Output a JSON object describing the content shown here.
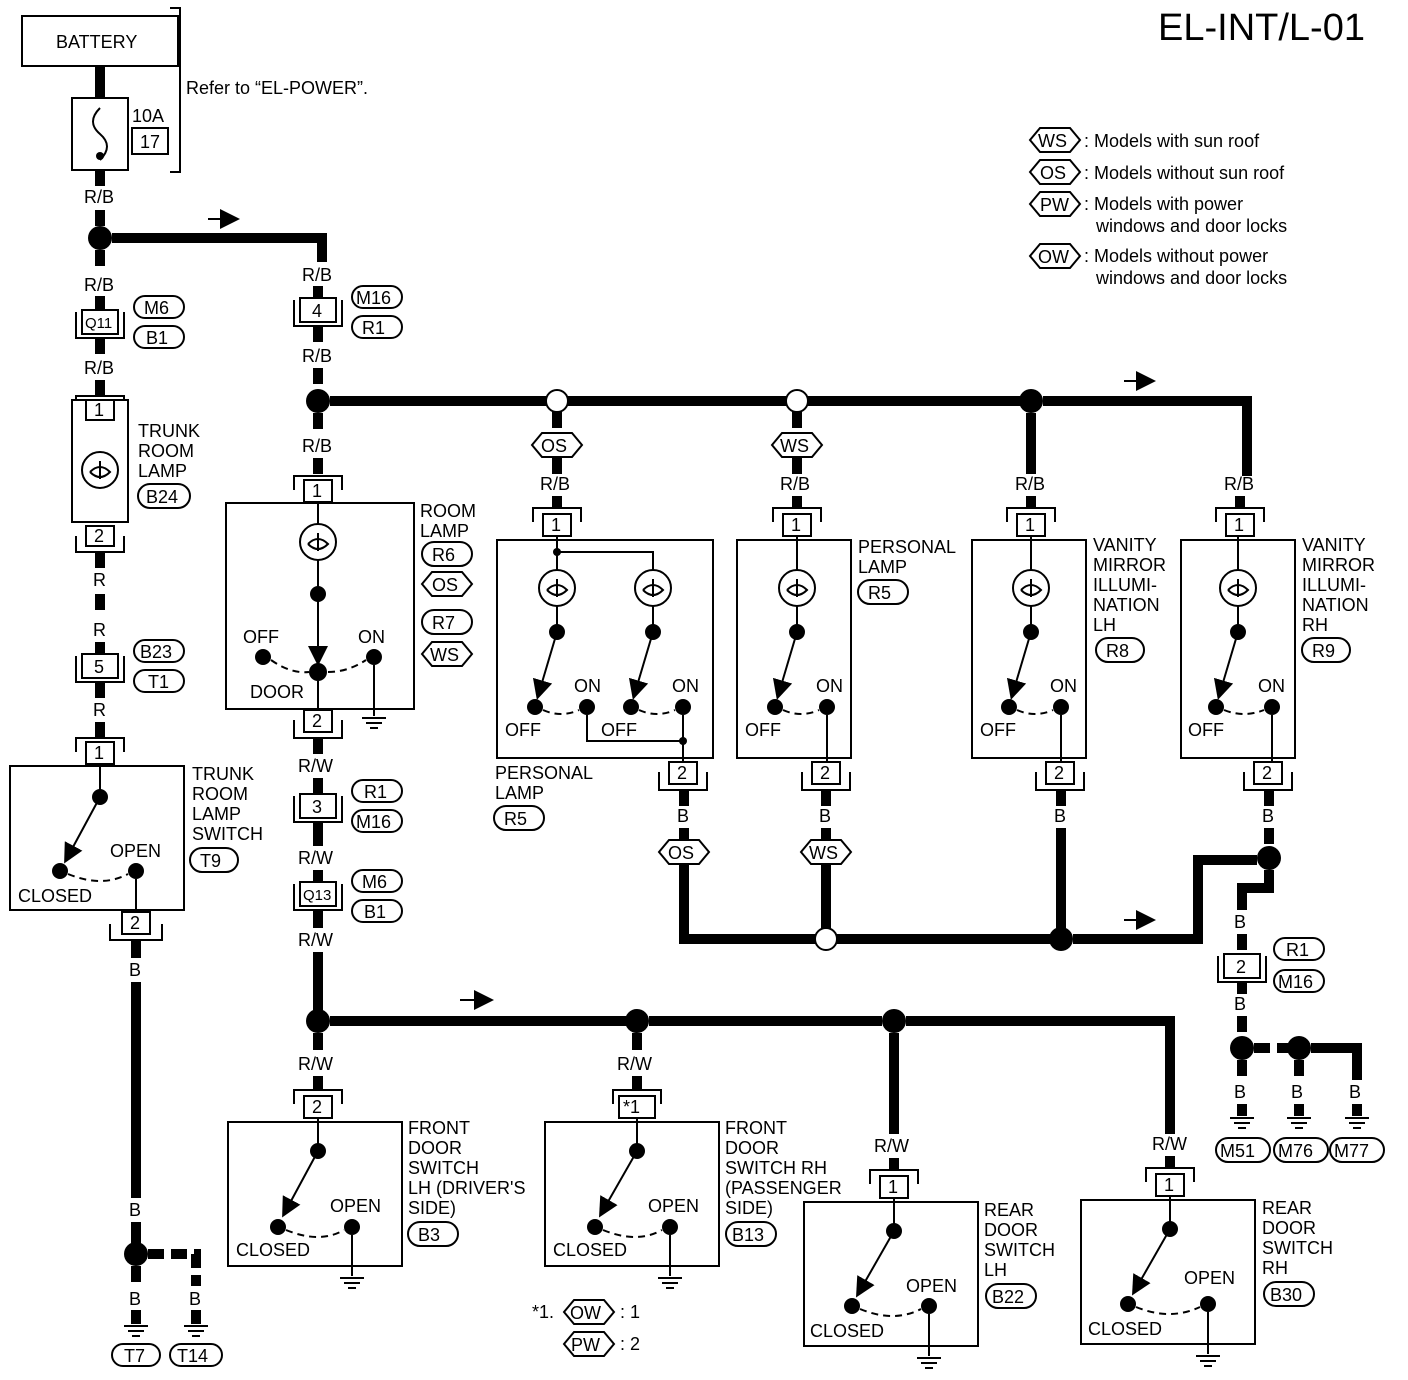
{
  "title": "EL-INT/L-01",
  "battery": "BATTERY",
  "refer": "Refer to “EL-POWER”.",
  "fuse": {
    "amp": "10A",
    "num": "17"
  },
  "legend": [
    {
      "code": "WS",
      "text1": ": Models with sun roof",
      "text2": ""
    },
    {
      "code": "OS",
      "text1": ": Models without sun roof",
      "text2": ""
    },
    {
      "code": "PW",
      "text1": ": Models with power",
      "text2": "windows and door locks"
    },
    {
      "code": "OW",
      "text1": ": Models without power",
      "text2": "windows and door locks"
    }
  ],
  "wire": {
    "rb": "R/B",
    "r": "R",
    "rw": "R/W",
    "b": "B"
  },
  "pins": {
    "p1": "1",
    "p2": "2",
    "p3": "3",
    "p4": "4",
    "p5": "5",
    "q11": "Q11",
    "q13": "Q13",
    "star1": "*1"
  },
  "conn": {
    "m6": "M6",
    "b1": "B1",
    "m16": "M16",
    "r1": "R1",
    "b24": "B24",
    "b23": "B23",
    "t1": "T1",
    "t9": "T9",
    "r6": "R6",
    "r7": "R7",
    "r5": "R5",
    "r8": "R8",
    "r9": "R9",
    "b3": "B3",
    "b13": "B13",
    "b22": "B22",
    "b30": "B30",
    "t7": "T7",
    "t14": "T14",
    "m51": "M51",
    "m76": "M76",
    "m77": "M77"
  },
  "opt": {
    "os": "OS",
    "ws": "WS",
    "ow": "OW",
    "pw": "PW"
  },
  "labels": {
    "trunk_lamp": [
      "TRUNK",
      "ROOM",
      "LAMP"
    ],
    "trunk_switch": [
      "TRUNK",
      "ROOM",
      "LAMP",
      "SWITCH"
    ],
    "room_lamp": [
      "ROOM",
      "LAMP"
    ],
    "personal_lamp": [
      "PERSONAL",
      "LAMP"
    ],
    "vanity_lh": [
      "VANITY",
      "MIRROR",
      "ILLUMI-",
      "NATION",
      "LH"
    ],
    "vanity_rh": [
      "VANITY",
      "MIRROR",
      "ILLUMI-",
      "NATION",
      "RH"
    ],
    "front_lh": [
      "FRONT",
      "DOOR",
      "SWITCH",
      "LH (DRIVER'S",
      "SIDE)"
    ],
    "front_rh": [
      "FRONT",
      "DOOR",
      "SWITCH RH",
      "(PASSENGER",
      "SIDE)"
    ],
    "rear_lh": [
      "REAR",
      "DOOR",
      "SWITCH",
      "LH"
    ],
    "rear_rh": [
      "REAR",
      "DOOR",
      "SWITCH",
      "RH"
    ]
  },
  "states": {
    "on": "ON",
    "off": "OFF",
    "open": "OPEN",
    "closed": "CLOSED",
    "door": "DOOR"
  },
  "note": {
    "prefix": "*1.",
    "ow_val": ": 1",
    "pw_val": ": 2"
  }
}
